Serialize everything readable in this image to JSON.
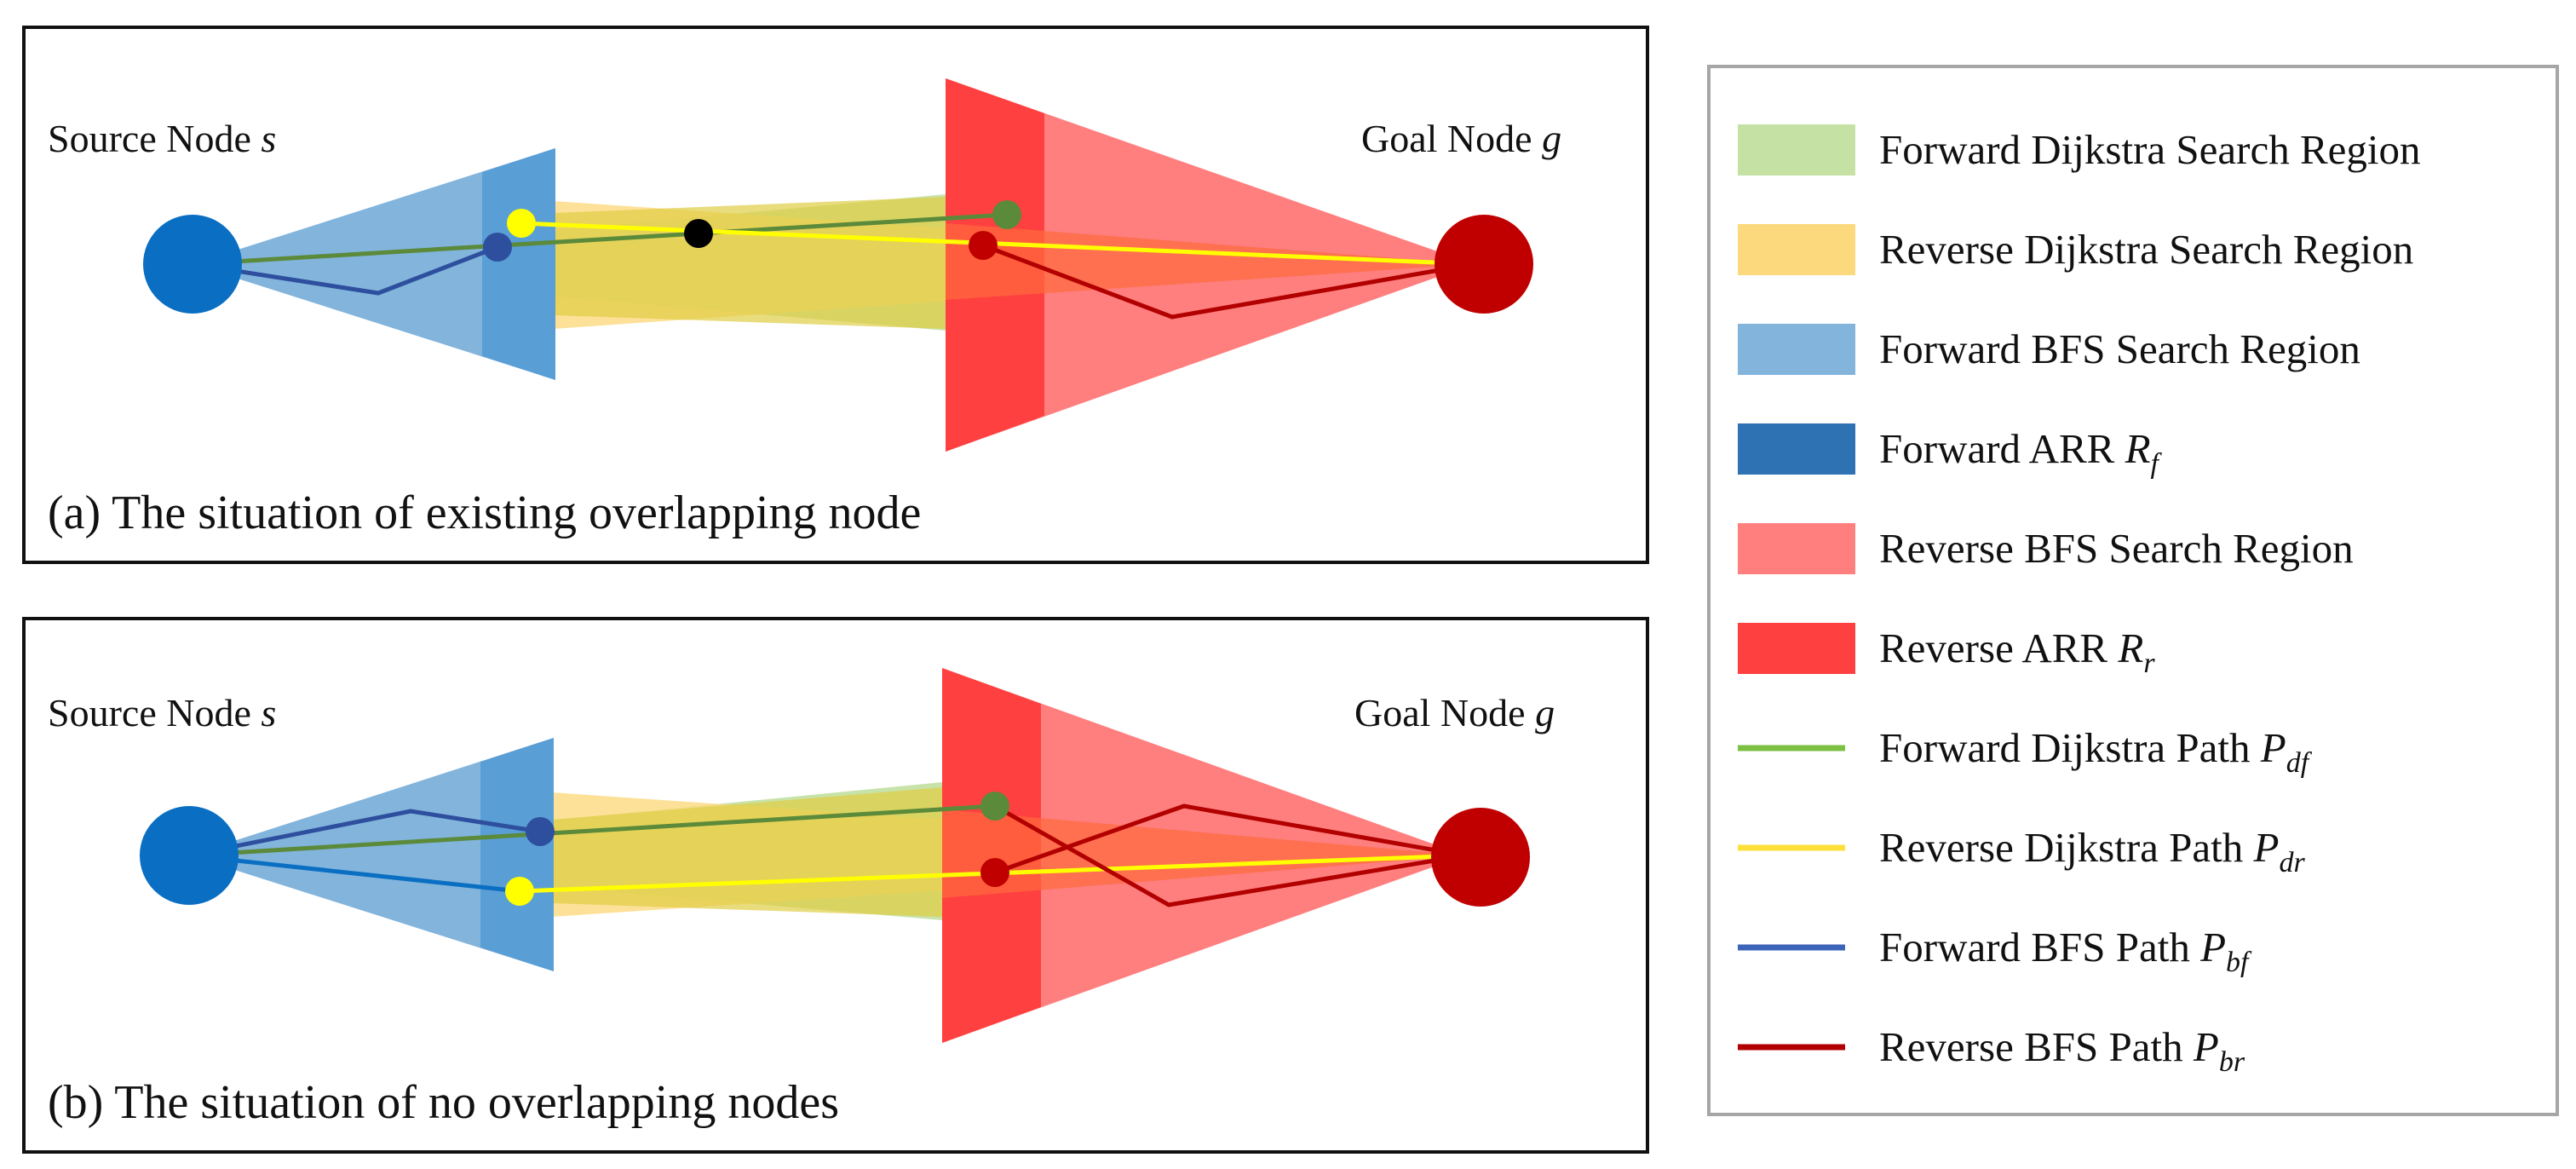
{
  "panels": [
    {
      "caption": "(a) The situation of existing overlapping node",
      "source_label": "Source Node ",
      "source_var": "s",
      "goal_label": "Goal Node ",
      "goal_var": "g"
    },
    {
      "caption": "(b) The situation of no overlapping nodes",
      "source_label": "Source Node ",
      "source_var": "s",
      "goal_label": "Goal Node ",
      "goal_var": "g"
    }
  ],
  "legend": [
    {
      "kind": "patch",
      "color": "#c5e2a4",
      "text": "Forward Dijkstra Search Region",
      "sym": "",
      "sub": ""
    },
    {
      "kind": "patch",
      "color": "#fdd97e",
      "text": "Reverse Dijkstra Search Region",
      "sym": "",
      "sub": ""
    },
    {
      "kind": "patch",
      "color": "#82b4dc",
      "text": "Forward BFS Search Region",
      "sym": "",
      "sub": ""
    },
    {
      "kind": "patch",
      "color": "#2e72b4",
      "text": "Forward ARR ",
      "sym": "R",
      "sub": "f"
    },
    {
      "kind": "patch",
      "color": "#ff7f7f",
      "text": "Reverse BFS Search Region",
      "sym": "",
      "sub": ""
    },
    {
      "kind": "patch",
      "color": "#ff4040",
      "text": "Reverse ARR ",
      "sym": "R",
      "sub": "r"
    },
    {
      "kind": "line",
      "color": "#7dc142",
      "text": "Forward Dijkstra Path ",
      "sym": "P",
      "sub": "df"
    },
    {
      "kind": "line",
      "color": "#ffdf3a",
      "text": "Reverse Dijkstra Path ",
      "sym": "P",
      "sub": "dr"
    },
    {
      "kind": "line",
      "color": "#3c64b8",
      "text": "Forward BFS Path ",
      "sym": "P",
      "sub": "bf"
    },
    {
      "kind": "line",
      "color": "#b20000",
      "text": "Reverse BFS Path ",
      "sym": "P",
      "sub": "br"
    }
  ],
  "colors": {
    "source_node": "#0a6fc2",
    "goal_node": "#c00000",
    "forward_dijkstra_region": "#c5e2a4",
    "reverse_dijkstra_region": "#fdd97e",
    "forward_bfs_region": "#82b4dc",
    "forward_arr": "#5a9ed6",
    "reverse_bfs_region": "#ff7f7f",
    "reverse_arr": "#ff4040",
    "forward_dijkstra_path": "#5b8a3a",
    "reverse_dijkstra_path": "#ffff00",
    "forward_bfs_path": "#2d4f9e",
    "reverse_bfs_path": "#b20000",
    "meeting_node": "#000000"
  }
}
